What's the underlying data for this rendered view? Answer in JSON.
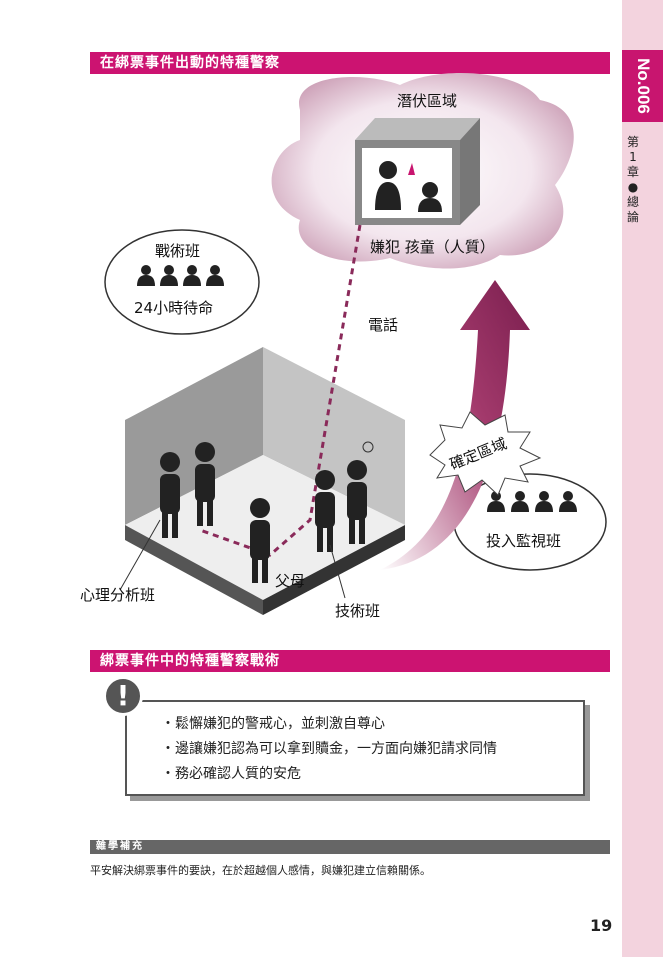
{
  "sidebar": {
    "number": "No.006",
    "chapter": "第1章●總論"
  },
  "section1": {
    "title": "在綁票事件出動的特種警察"
  },
  "figure": {
    "hideout": "潛伏區域",
    "suspect_child": "嫌犯 孩童（人質）",
    "tactical": "戰術班",
    "standby": "24小時待命",
    "phone": "電話",
    "confirm": "確定區域",
    "surveillance": "投入監視班",
    "parents": "父母",
    "psych": "心理分析班",
    "tech": "技術班"
  },
  "section2": {
    "title": "綁票事件中的特種警察戰術",
    "bullets": [
      "・鬆懈嫌犯的警戒心，並刺激自尊心",
      "・邊讓嫌犯認為可以拿到贖金，一方面向嫌犯請求同情",
      "・務必確認人質的安危"
    ]
  },
  "trivia": {
    "title": "雜學補充",
    "text": "平安解決綁票事件的要訣，在於超越個人感情，與嫌犯建立信賴關係。"
  },
  "page_number": "19",
  "colors": {
    "accent": "#cc1371",
    "sidebar": "#f3d3de"
  }
}
